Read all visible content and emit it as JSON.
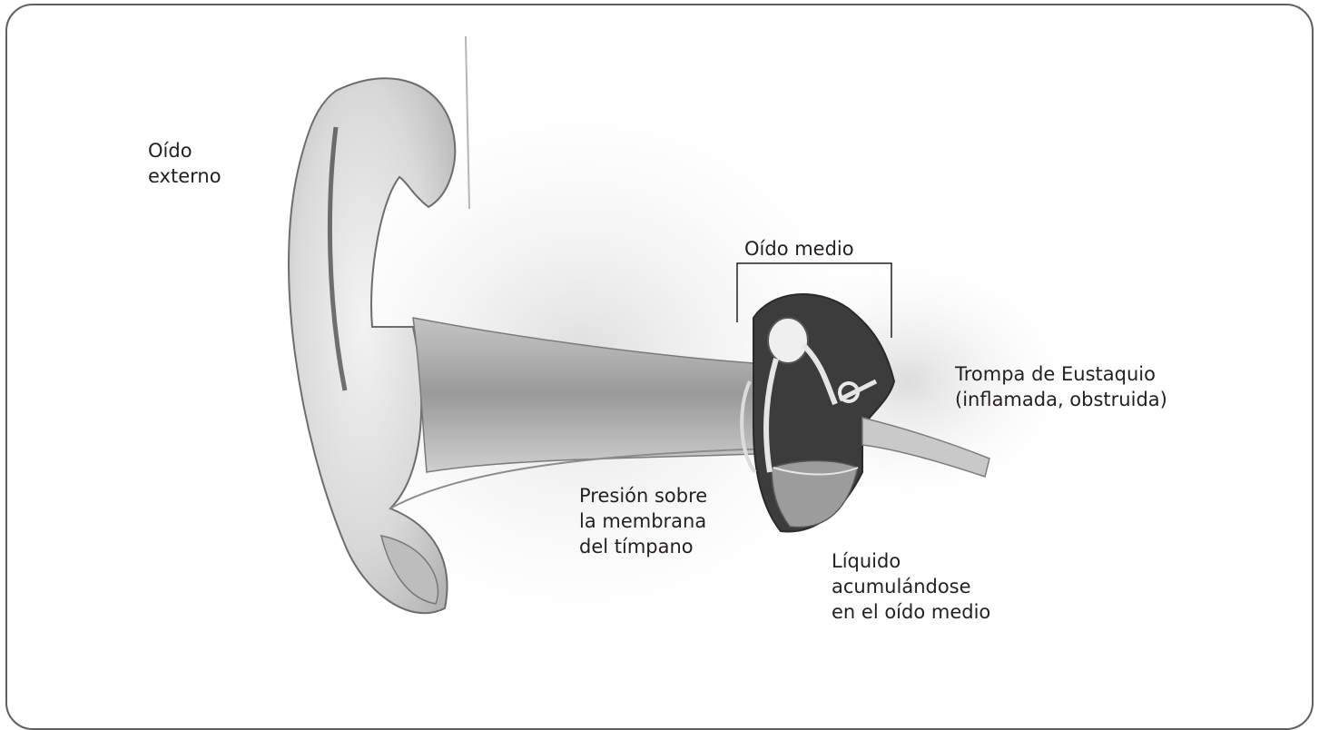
{
  "labels": {
    "outer_ear": "Oído\nexterno",
    "middle_ear": "Oído medio",
    "eustachian_tube": "Trompa de Eustaquio\n(inflamada, obstruida)",
    "eardrum_pressure": "Presión sobre\nla membrana\ndel tímpano",
    "fluid": "Líquido\nacumulándose\nen el oído medio"
  },
  "colors": {
    "frame": "#5f5f5f",
    "text": "#231f20",
    "shading": "#8a8a8a"
  }
}
